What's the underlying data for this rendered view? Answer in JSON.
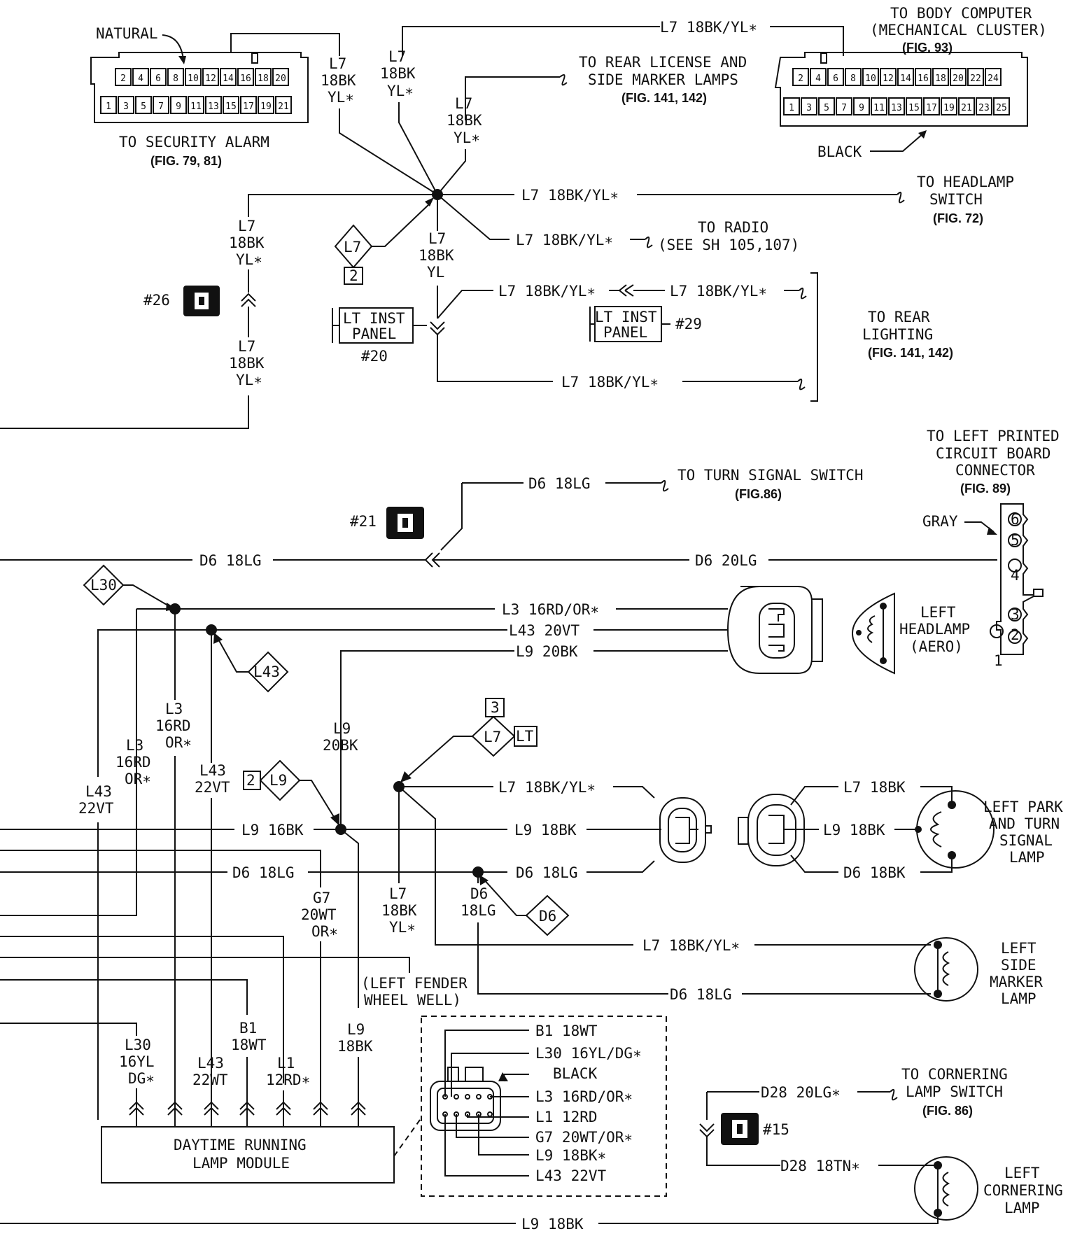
{
  "connectors": {
    "security_alarm": {
      "natural": "NATURAL",
      "title": "TO SECURITY ALARM",
      "ref": "(FIG. 79, 81)",
      "top_pins": [
        "2",
        "4",
        "6",
        "8",
        "10",
        "12",
        "14",
        "16",
        "18",
        "20"
      ],
      "bottom_pins": [
        "1",
        "3",
        "5",
        "7",
        "9",
        "11",
        "13",
        "15",
        "17",
        "19",
        "21"
      ]
    },
    "body_computer": {
      "title_line1": "TO BODY COMPUTER",
      "title_line2": "(MECHANICAL CLUSTER)",
      "ref": "(FIG. 93)",
      "black": "BLACK",
      "top_pins": [
        "2",
        "4",
        "6",
        "8",
        "10",
        "12",
        "14",
        "16",
        "18",
        "20",
        "22",
        "24"
      ],
      "bottom_pins": [
        "1",
        "3",
        "5",
        "7",
        "9",
        "11",
        "13",
        "15",
        "17",
        "19",
        "21",
        "23",
        "25"
      ]
    },
    "rear_license": {
      "line1": "TO REAR LICENSE AND",
      "line2": "SIDE MARKER LAMPS",
      "ref": "(FIG. 141, 142)"
    },
    "headlamp_switch": {
      "line1": "TO HEADLAMP",
      "line2": "SWITCH",
      "ref": "(FIG. 72)"
    },
    "radio": {
      "line1": "TO RADIO",
      "line2": "(SEE SH 105,107)"
    },
    "rear_lighting": {
      "line1": "TO REAR",
      "line2": "LIGHTING",
      "ref": "(FIG. 141, 142)"
    },
    "turn_signal_switch": {
      "line1": "TO TURN SIGNAL SWITCH",
      "ref": "(FIG.86)"
    },
    "left_pcb": {
      "line1": "TO LEFT PRINTED",
      "line2": "CIRCUIT BOARD",
      "line3": "CONNECTOR",
      "ref": "(FIG. 89)",
      "gray": "GRAY",
      "pins": [
        "6",
        "5",
        "4",
        "3",
        "2",
        "1"
      ]
    },
    "cornering_switch": {
      "line1": "TO CORNERING",
      "line2": "LAMP SWITCH",
      "ref": "(FIG. 86)"
    }
  },
  "wires": {
    "l7_18bk_yl": "L7 18BK/YL∗",
    "l7": "L7",
    "bk18": "18BK",
    "yl_star": "YL∗",
    "yl": "YL",
    "l3_16rd_or": "L3 16RD/OR∗",
    "l43_20vt": "L43 20VT",
    "l9_20bk": "L9 20BK",
    "d6_18lg": "D6 18LG",
    "d6_20lg": "D6 20LG",
    "l9_16bk": "L9 16BK",
    "l9_18bk": "L9 18BK",
    "l7_18bk": "L7 18BK",
    "d6_18bk": "D6 18BK",
    "d28_20lg": "D28 20LG∗",
    "d28_18tn": "D28 18TN∗",
    "v_l3": "L3",
    "v_16rd": "16RD",
    "v_or": "OR∗",
    "v_l43": "L43",
    "v_22vt": "22VT",
    "v_22wt": "22WT",
    "v_l9": "L9",
    "v_20bk": "20BK",
    "v_18bk": "18BK",
    "v_g7": "G7",
    "v_20wt": "20WT",
    "v_d6": "D6",
    "v_18lg": "18LG",
    "v_l30": "L30",
    "v_16yl": "16YL",
    "v_dg": "DG∗",
    "v_b1": "B1",
    "v_18wt": "18WT",
    "v_l1": "L1",
    "v_12rd": "12RD∗"
  },
  "splices": {
    "l7": "L7",
    "two": "2",
    "l30": "L30",
    "l43": "L43",
    "l9": "L9",
    "three": "3",
    "lt": "LT",
    "d6": "D6"
  },
  "grounds": {
    "g26": "#26",
    "g21": "#21",
    "g15": "#15",
    "g20": "#20",
    "g29": "#29"
  },
  "panels": {
    "lt_inst": "LT INST",
    "panel": "PANEL"
  },
  "lamps": {
    "headlamp": {
      "line1": "LEFT",
      "line2": "HEADLAMP",
      "line3": "(AERO)"
    },
    "park_turn": {
      "line1": "LEFT PARK",
      "line2": "AND TURN",
      "line3": "SIGNAL",
      "line4": "LAMP"
    },
    "side_marker": {
      "line1": "LEFT",
      "line2": "SIDE",
      "line3": "MARKER",
      "line4": "LAMP"
    },
    "cornering": {
      "line1": "LEFT",
      "line2": "CORNERING",
      "line3": "LAMP"
    }
  },
  "drl_module": {
    "line1": "DAYTIME RUNNING",
    "line2": "LAMP MODULE",
    "fender1": "(LEFT FENDER",
    "fender2": "WHEEL WELL)",
    "pinout": [
      "B1 18WT",
      "L30 16YL/DG∗",
      "BLACK",
      "L3 16RD/OR∗",
      "L1 12RD",
      "G7 20WT/OR∗",
      "L9 18BK∗",
      "L43 22VT"
    ]
  }
}
